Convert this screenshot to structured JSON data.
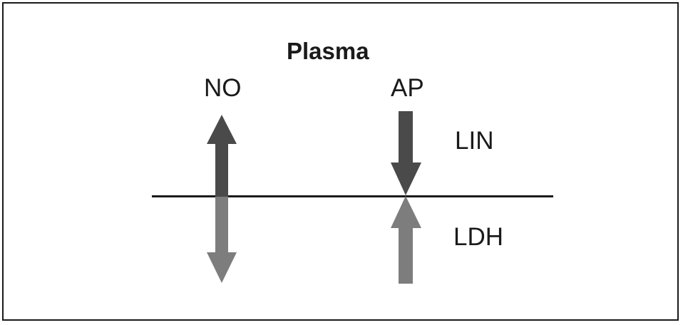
{
  "figure": {
    "title": "Plasma",
    "border_color": "#1a1a1a",
    "background": "#ffffff"
  },
  "membrane": {
    "name": "plasma-membrane-line",
    "color": "#1a1a1a",
    "orientation": "horizontal"
  },
  "labels": {
    "no": "NO",
    "ap": "AP",
    "lin": "LIN",
    "ldh": "LDH"
  },
  "colors": {
    "dark_gray": "#4a4a4a",
    "light_gray": "#7d7d7d",
    "line": "#1a1a1a",
    "text": "#1a1a1a"
  },
  "arrows": [
    {
      "id": "no-double-arrow",
      "label": "NO",
      "type": "double-headed",
      "upper_segment_color": "#4a4a4a",
      "lower_segment_color": "#7d7d7d",
      "direction": "bidirectional-vertical",
      "crosses_membrane": true
    },
    {
      "id": "ap-down-arrow",
      "label": "AP",
      "type": "single-headed",
      "color": "#4a4a4a",
      "direction": "down",
      "region": "above-membrane",
      "annotation": "LIN"
    },
    {
      "id": "ap-up-arrow",
      "label": "AP",
      "type": "single-headed",
      "color": "#7d7d7d",
      "direction": "up",
      "region": "below-membrane",
      "annotation": "LDH"
    }
  ]
}
